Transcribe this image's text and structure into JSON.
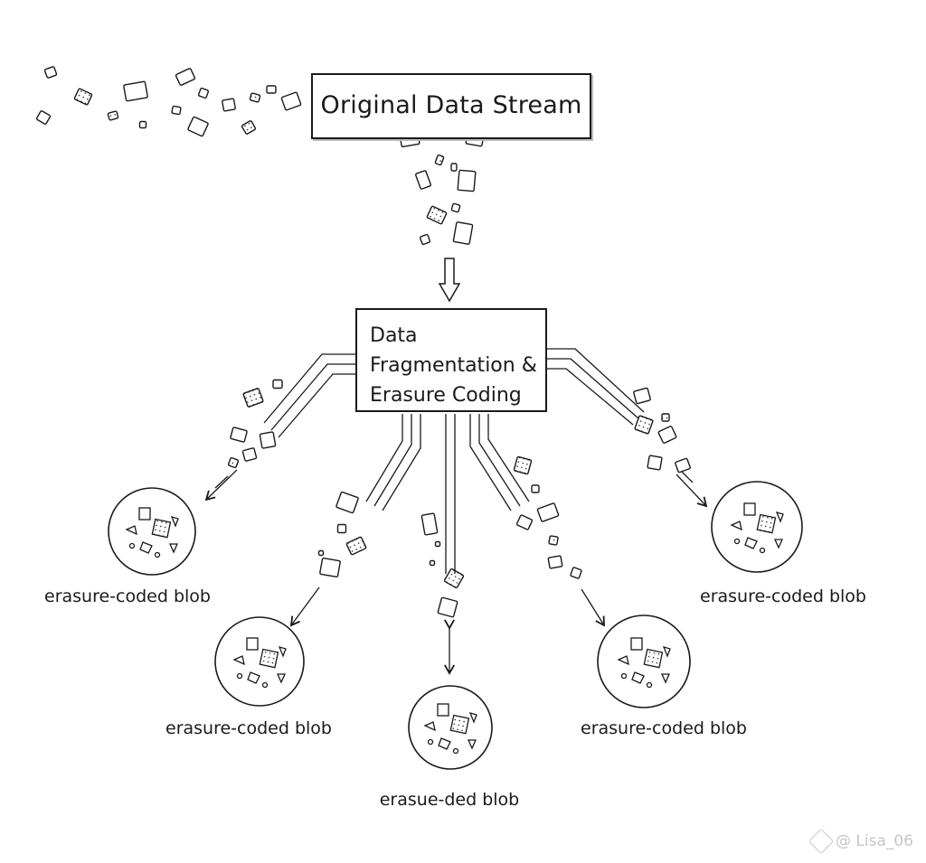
{
  "source": {
    "title": "Original Data Stream"
  },
  "process": {
    "title": "Data\nFragmentation &\nErasure Coding"
  },
  "blobs": [
    {
      "label": "erasure-coded blob"
    },
    {
      "label": "erasure-coded blob"
    },
    {
      "label": "erasue-ded blob"
    },
    {
      "label": "erasure-coded blob"
    },
    {
      "label": "erasure-coded blob"
    }
  ],
  "watermark": {
    "text": "@ Lisa_06",
    "icon": "weibo-logo-icon"
  },
  "colors": {
    "ink": "#1a1a1a",
    "fragment_fill": "#ffffff",
    "watermark": "#c6c6c6"
  }
}
